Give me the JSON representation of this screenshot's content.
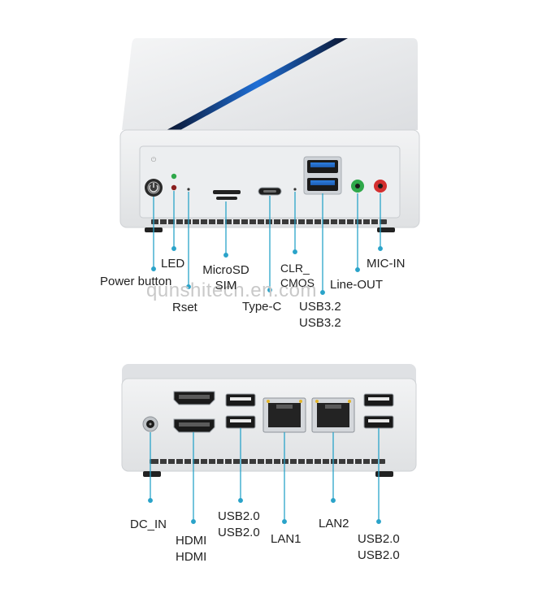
{
  "watermark": "qunshitech.en.com",
  "front_labels": {
    "power_button": "Power button",
    "led": "LED",
    "rset": "Rset",
    "microsd": "MicroSD",
    "sim": "SIM",
    "type_c": "Type-C",
    "clr": "CLR_",
    "cmos": "CMOS",
    "usb32_a": "USB3.2",
    "usb32_b": "USB3.2",
    "line_out": "Line-OUT",
    "mic_in": "MIC-IN"
  },
  "back_labels": {
    "dc_in": "DC_IN",
    "hdmi_a": "HDMI",
    "hdmi_b": "HDMI",
    "usb20_a": "USB2.0",
    "usb20_b": "USB2.0",
    "lan1": "LAN1",
    "lan2": "LAN2",
    "usb20_c": "USB2.0",
    "usb20_d": "USB2.0"
  },
  "colors": {
    "callout_line": "#2aa3c9",
    "line_out_jack": "#2fa84a",
    "mic_in_jack": "#d32f2f",
    "accent_stripe": "#1f6fd6",
    "chassis": "#e9eaec"
  }
}
